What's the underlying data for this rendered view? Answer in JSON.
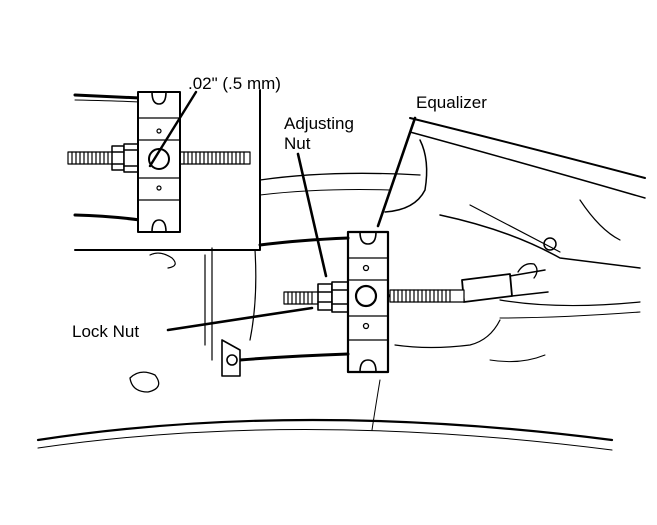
{
  "labels": {
    "spec": ".02\" (.5 mm)",
    "equalizer": "Equalizer",
    "adjusting_line1": "Adjusting",
    "adjusting_line2": "Nut",
    "lock_nut": "Lock Nut"
  },
  "colors": {
    "ink": "#000000",
    "paper": "#ffffff"
  }
}
